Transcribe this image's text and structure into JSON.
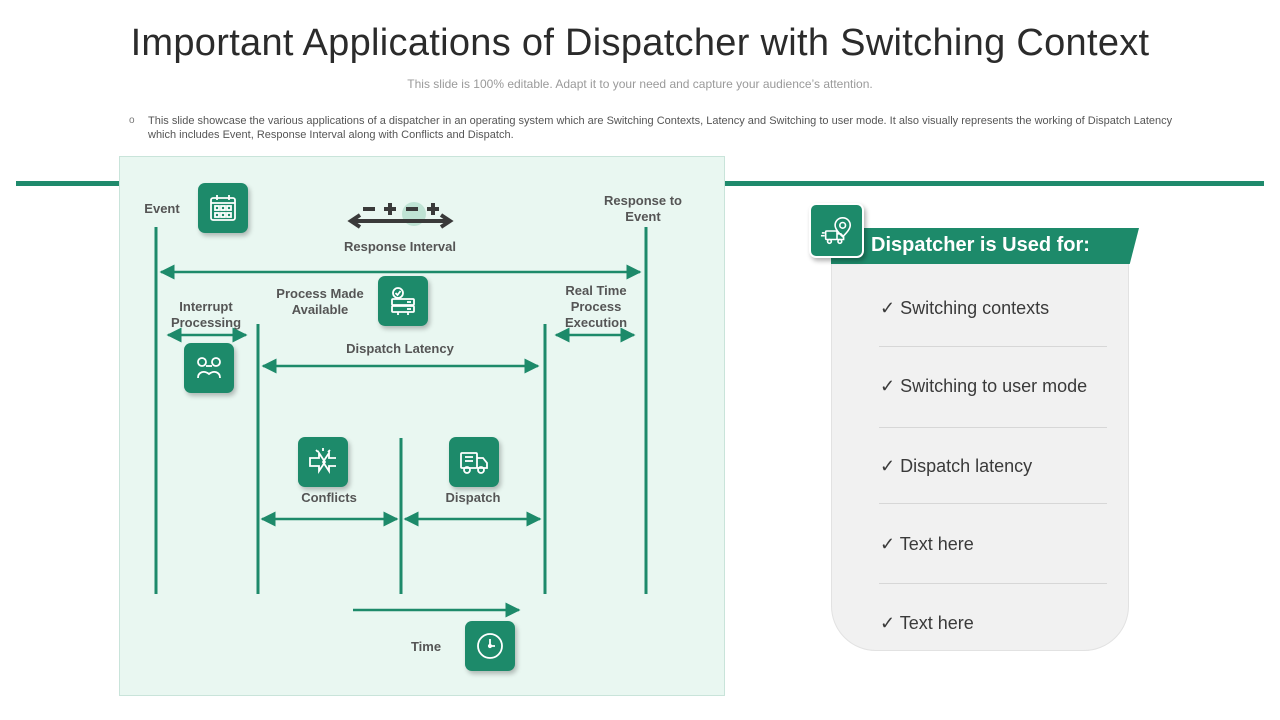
{
  "header": {
    "title": "Important Applications of Dispatcher with Switching Context",
    "subtitle": "This slide is 100% editable. Adapt it to your need and capture your audience’s attention.",
    "description": "This slide showcase the various applications of a dispatcher in an operating system which are Switching Contexts, Latency and Switching to user mode. It also visually represents the working of Dispatch Latency which includes Event, Response Interval along with Conflicts and Dispatch."
  },
  "diagram": {
    "event": "Event",
    "response_to_event": "Response to Event",
    "response_interval": "Response Interval",
    "process_made_available": "Process Made Available",
    "interrupt_processing": "Interrupt Processing",
    "real_time_process_execution": "Real Time Process Execution",
    "dispatch_latency": "Dispatch Latency",
    "conflicts": "Conflicts",
    "dispatch": "Dispatch",
    "time": "Time"
  },
  "sidebar": {
    "heading": "Dispatcher is Used for:",
    "items": [
      "✓ Switching contexts",
      "✓ Switching to user mode",
      "✓ Dispatch latency",
      "✓ Text here",
      "✓ Text here"
    ]
  },
  "colors": {
    "accent": "#1d8a6a",
    "panel_bg": "#e9f7f1",
    "sidebar_bg": "#f1f1f1"
  }
}
